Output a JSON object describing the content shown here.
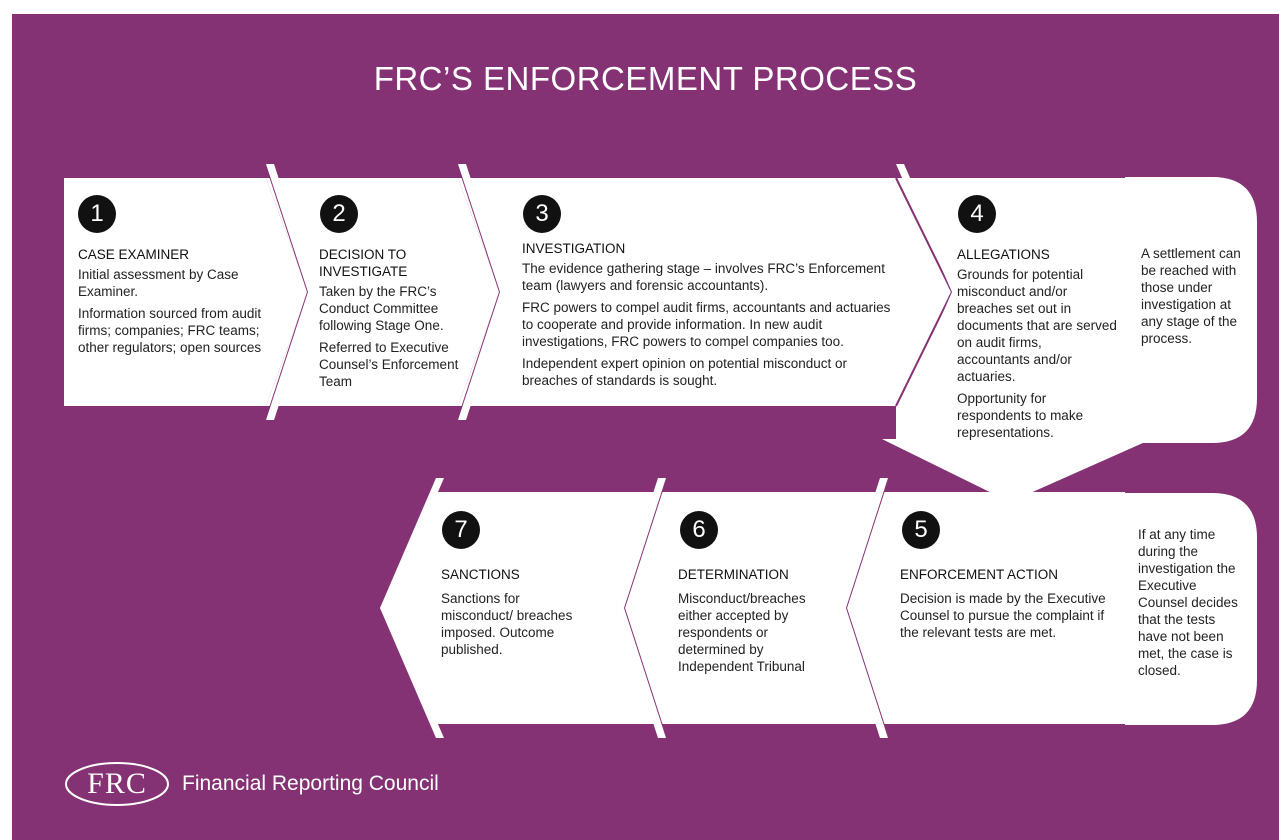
{
  "title": "FRC’S ENFORCEMENT PROCESS",
  "stages": [
    {
      "number": "1",
      "title": "CASE EXAMINER",
      "body": [
        "Initial assessment by Case Examiner.",
        "Information sourced from audit firms; companies; FRC teams; other regulators; open sources"
      ]
    },
    {
      "number": "2",
      "title": "DECISION TO INVESTIGATE",
      "body": [
        "Taken by the FRC’s Conduct Committee following Stage One.",
        "Referred to Executive Counsel’s Enforcement Team"
      ]
    },
    {
      "number": "3",
      "title": "INVESTIGATION",
      "body": [
        "The evidence gathering stage – involves FRC’s Enforcement team (lawyers and forensic accountants).",
        "FRC powers to compel audit firms, accountants and actuaries to cooperate and provide information. In new audit investigations, FRC powers to compel companies too.",
        "Independent expert opinion on potential misconduct or breaches of standards is sought."
      ]
    },
    {
      "number": "4",
      "title": "ALLEGATIONS",
      "body": [
        "Grounds for potential misconduct and/or breaches set out in documents that are served on audit firms, accountants and/or actuaries.",
        "Opportunity for respondents to make representations."
      ]
    },
    {
      "number": "5",
      "title": "ENFORCEMENT ACTION",
      "body": [
        "Decision is made by the Executive Counsel to pursue the complaint if the relevant tests are met."
      ]
    },
    {
      "number": "6",
      "title": "DETERMINATION",
      "body": [
        "Misconduct/breaches either accepted by respondents or determined by Independent Tribunal"
      ]
    },
    {
      "number": "7",
      "title": "SANCTIONS",
      "body": [
        "Sanctions for misconduct/ breaches imposed. Outcome published."
      ]
    }
  ],
  "notes": {
    "settlement": "A settlement can be reached with those under investigation at any stage of the process.",
    "closure": "If at any time during the investigation the Executive Counsel decides that the tests have not been met, the case is closed."
  },
  "footer": {
    "logo_text": "FRC",
    "org_name": "Financial Reporting Council"
  },
  "colors": {
    "background": "#843274",
    "shape_fill": "#ffffff",
    "number_badge": "#111111"
  }
}
